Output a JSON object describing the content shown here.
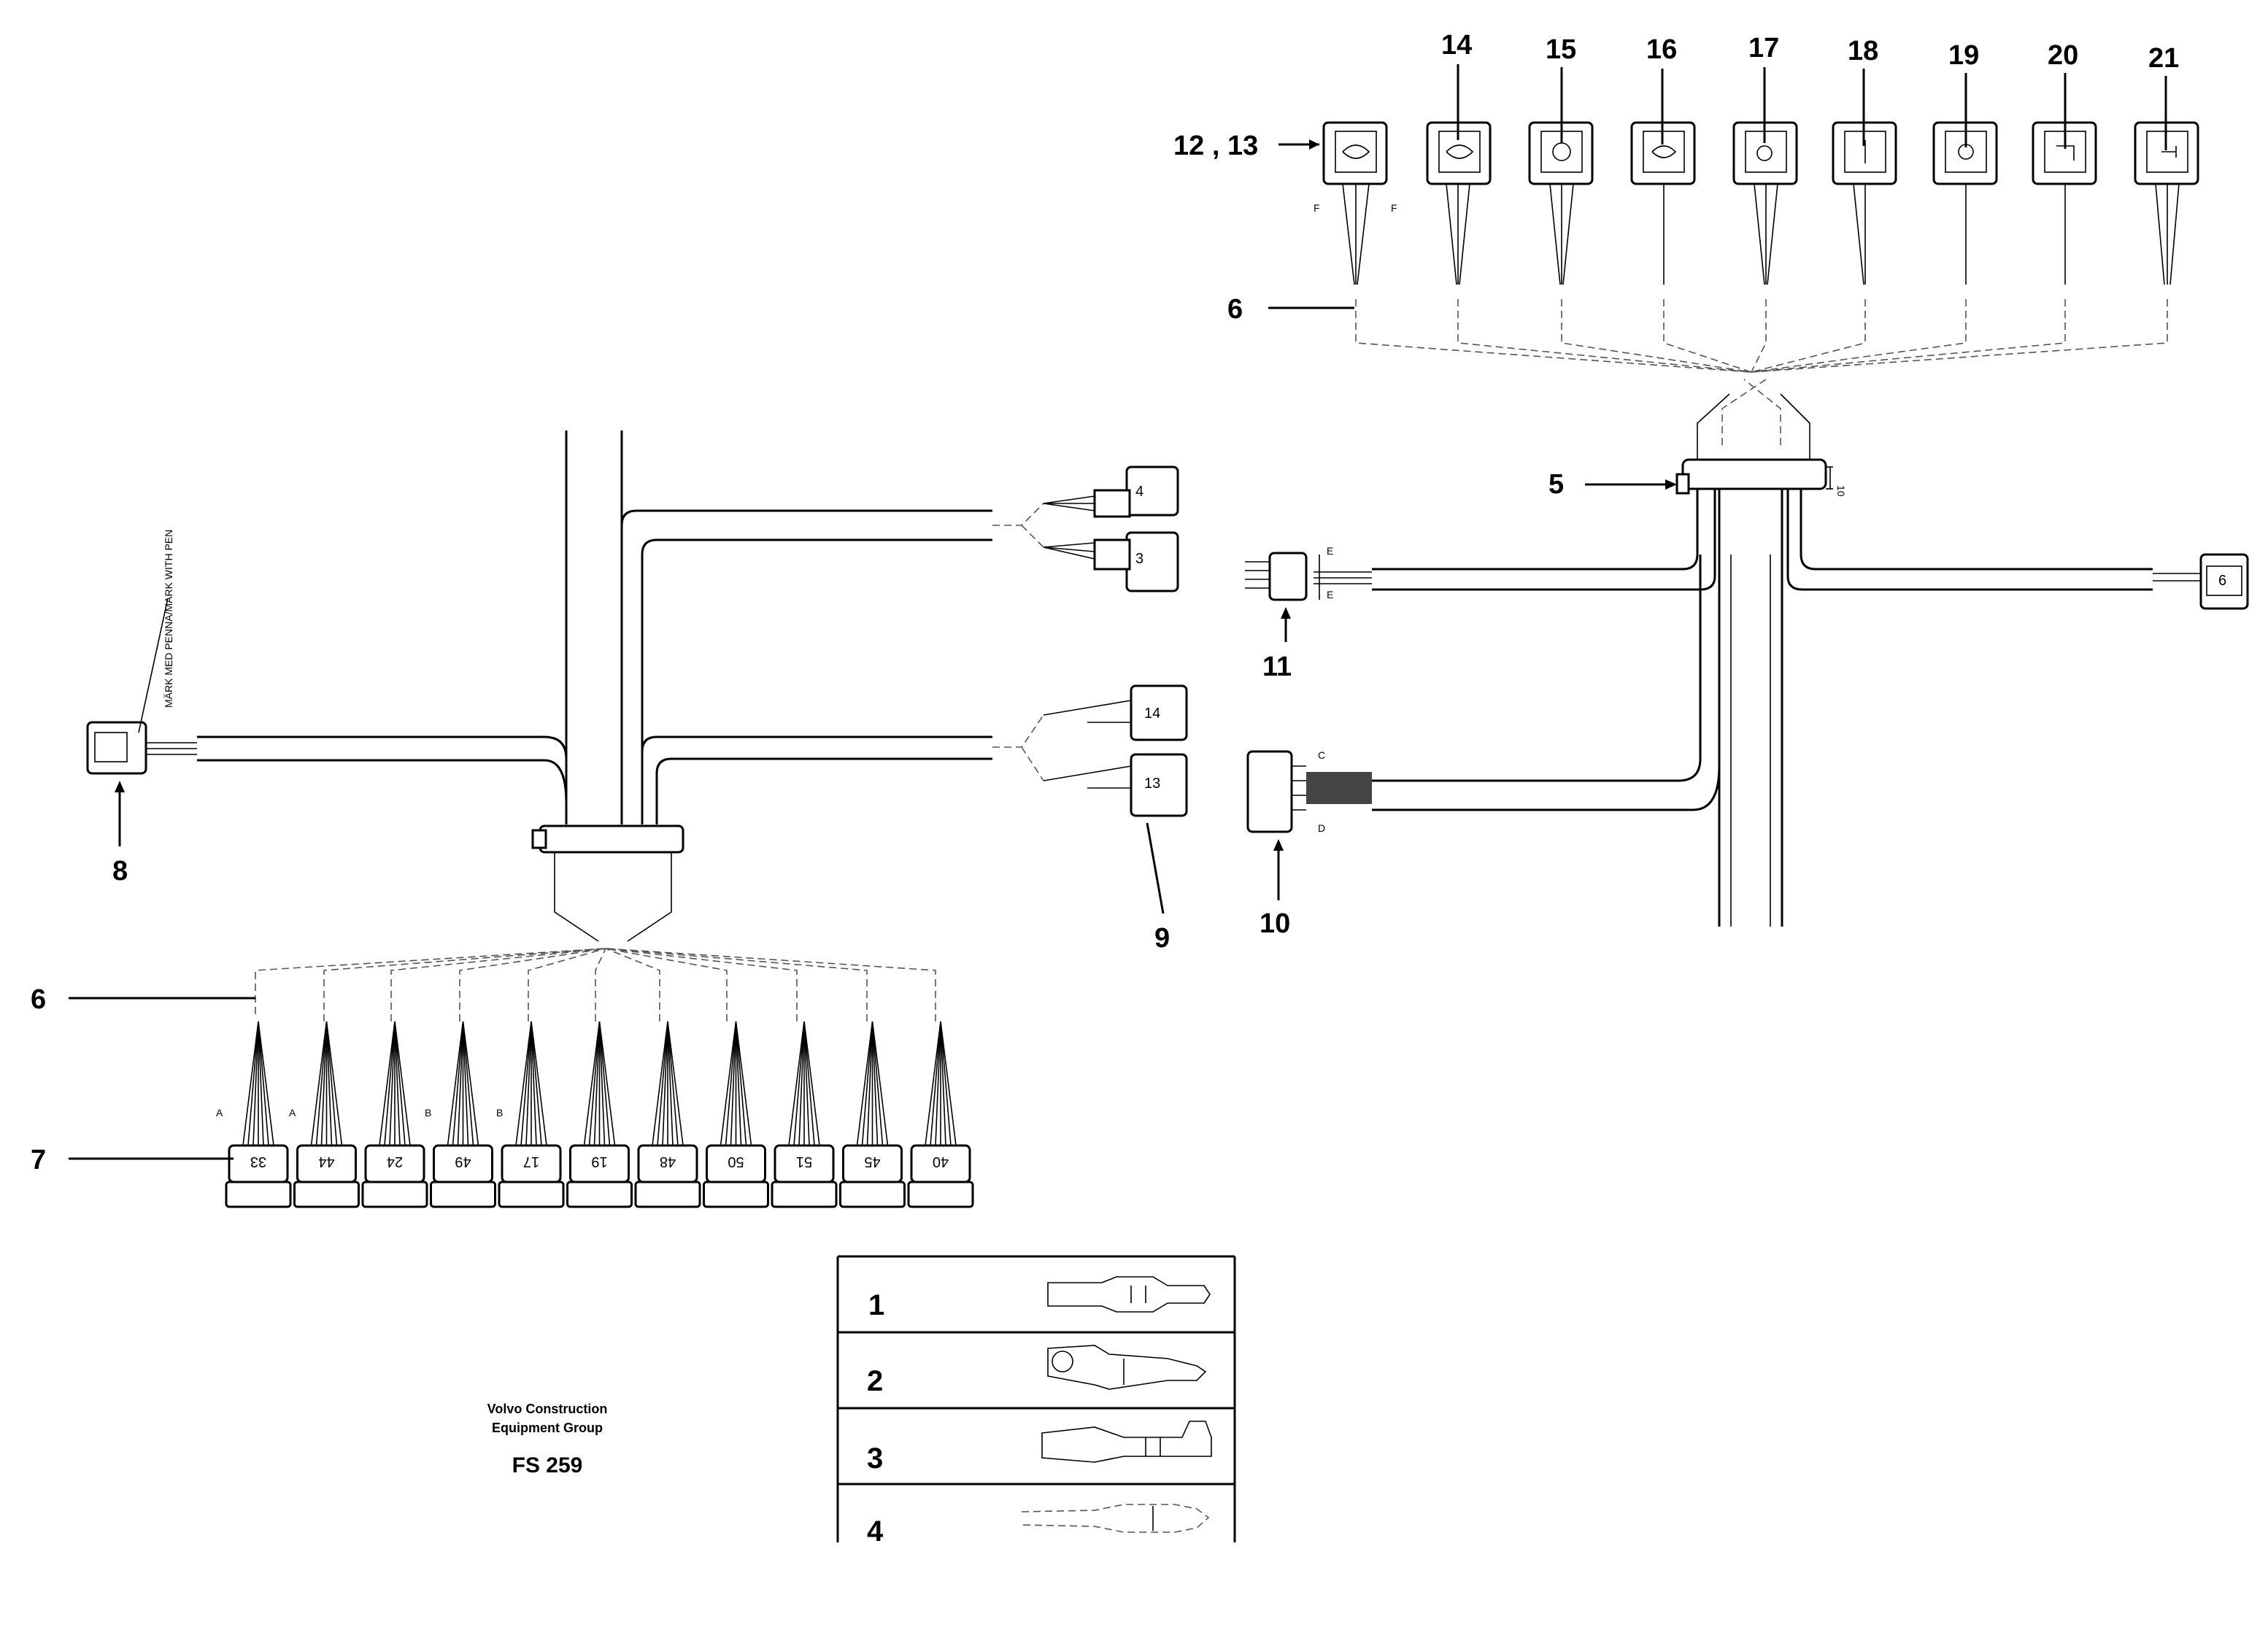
{
  "callouts": {
    "c12_13": "12 , 13",
    "c14": "14",
    "c15": "15",
    "c16": "16",
    "c17": "17",
    "c18": "18",
    "c19": "19",
    "c20": "20",
    "c21": "21",
    "c6_top": "6",
    "c5": "5",
    "c11": "11",
    "c10": "10",
    "c9": "9",
    "c8": "8",
    "c6_left": "6",
    "c7": "7"
  },
  "note_text": "MÄRK MED PENNA/MARK WITH PEN",
  "top_connector_labels": [
    "4",
    "3",
    "14",
    "13",
    "6"
  ],
  "bottom_connectors": [
    "33",
    "44",
    "24",
    "49",
    "17",
    "19",
    "48",
    "50",
    "51",
    "45",
    "40"
  ],
  "dim_labels": {
    "a": "A",
    "b": "B",
    "c": "C",
    "d": "D",
    "e": "E",
    "f": "F",
    "ten": "10"
  },
  "terminal_table": [
    {
      "num": "1",
      "icon": "pin-terminal-icon"
    },
    {
      "num": "2",
      "icon": "crimp-terminal-icon"
    },
    {
      "num": "3",
      "icon": "flat-terminal-icon"
    },
    {
      "num": "4",
      "icon": "socket-terminal-icon"
    }
  ],
  "footer": {
    "line1": "Volvo Construction",
    "line2": "Equipment Group",
    "code": "FS 259"
  }
}
